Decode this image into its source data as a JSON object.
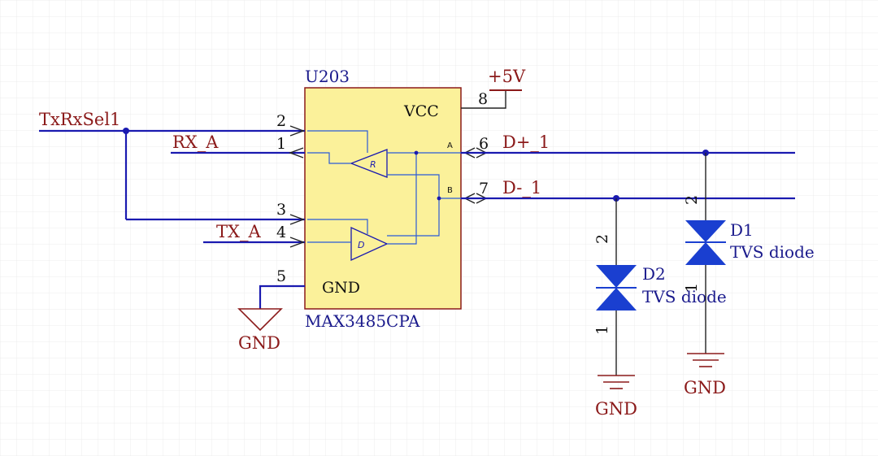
{
  "net_labels": {
    "txrxsel": "TxRxSel1",
    "rx": "RX_A",
    "tx": "TX_A",
    "dplus": "D+_1",
    "dminus": "D-_1",
    "vcc_supply": "+5V"
  },
  "ic": {
    "designator": "U203",
    "part": "MAX3485CPA",
    "vcc_label": "VCC",
    "gnd_label": "GND",
    "a_label": "A",
    "b_label": "B",
    "receiver_label": "R",
    "driver_label": "D",
    "pins": {
      "p1": "1",
      "p2": "2",
      "p3": "3",
      "p4": "4",
      "p5": "5",
      "p6": "6",
      "p7": "7",
      "p8": "8"
    }
  },
  "diodes": {
    "d1": {
      "designator": "D1",
      "value": "TVS diode",
      "pin_top": "2",
      "pin_bottom": "1"
    },
    "d2": {
      "designator": "D2",
      "value": "TVS diode",
      "pin_top": "2",
      "pin_bottom": "1"
    }
  },
  "grounds": {
    "ic_gnd": "GND",
    "d2_gnd": "GND",
    "d1_gnd": "GND"
  },
  "colors": {
    "wire": "#1a1ab0",
    "ic_fill": "#fbf19a",
    "ic_border": "#8b1a1a",
    "diode": "#1a3fd0",
    "label": "#8b1a1a",
    "grid": "#e8e8e8"
  }
}
